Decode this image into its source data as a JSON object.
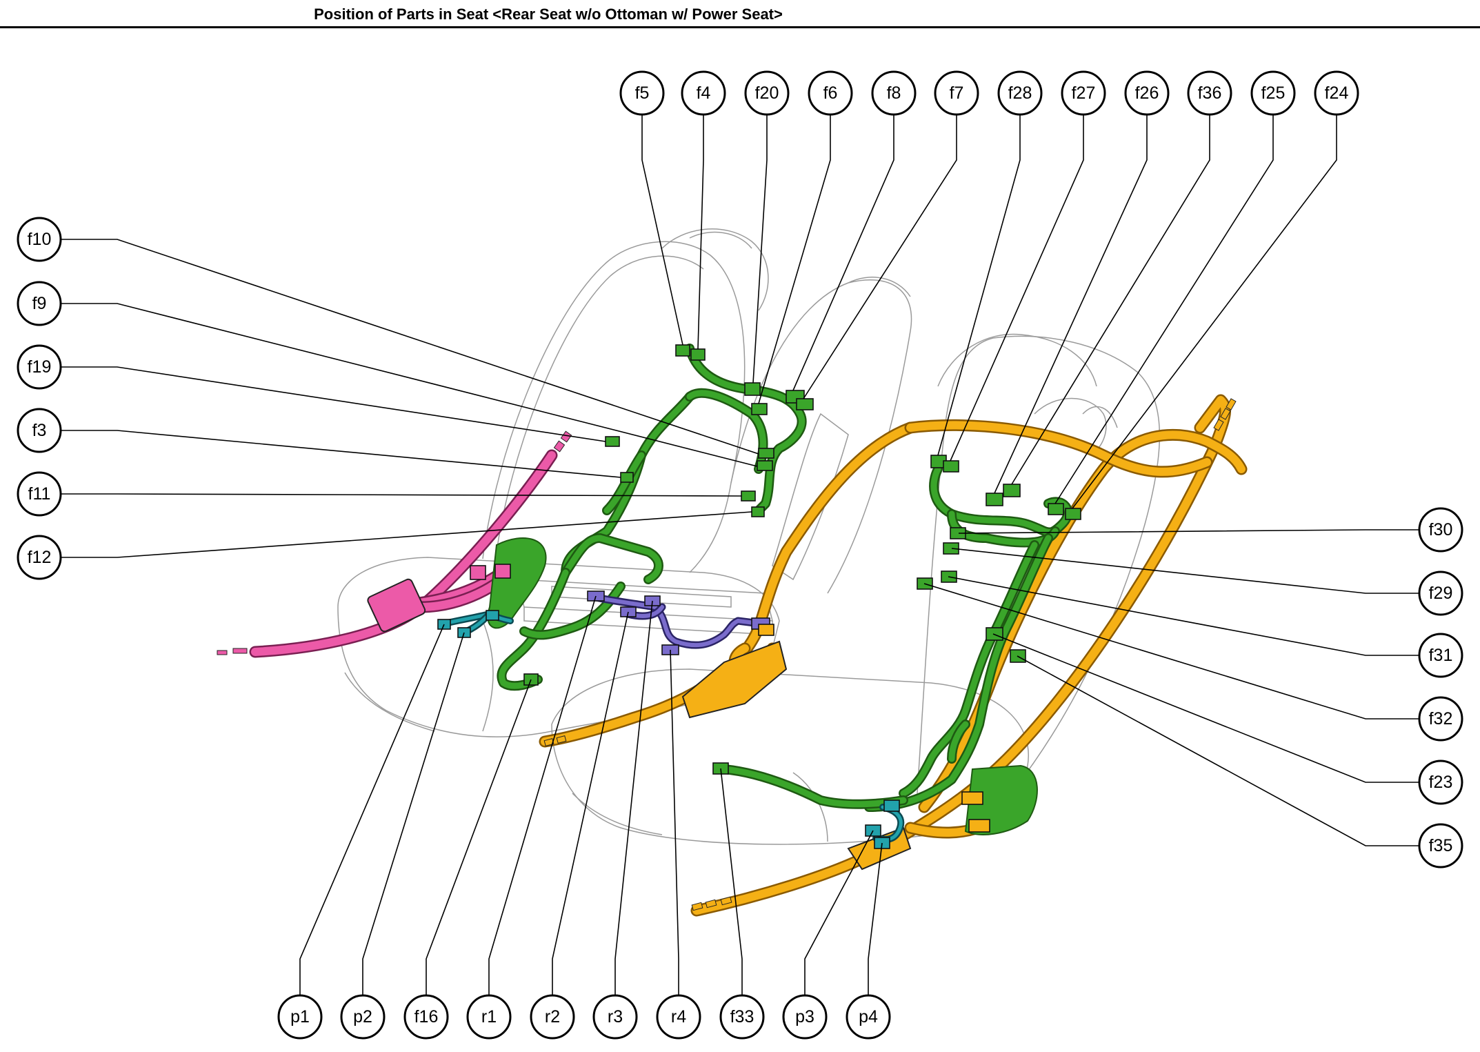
{
  "title": "Position of Parts in Seat <Rear Seat w/o Ottoman w/ Power Seat>",
  "colors": {
    "green": "#3aa52a",
    "orange": "#f5b015",
    "pink": "#ec5aa8",
    "purple": "#7a6ccc",
    "teal": "#22a2ac"
  },
  "callouts": {
    "top": [
      "f5",
      "f4",
      "f20",
      "f6",
      "f8",
      "f7",
      "f28",
      "f27",
      "f26",
      "f36",
      "f25",
      "f24"
    ],
    "left": [
      "f10",
      "f9",
      "f19",
      "f3",
      "f11",
      "f12"
    ],
    "right": [
      "f30",
      "f29",
      "f31",
      "f32",
      "f23",
      "f35"
    ],
    "bottom": [
      "p1",
      "p2",
      "f16",
      "r1",
      "r2",
      "r3",
      "r4",
      "f33",
      "p3",
      "p4"
    ]
  }
}
